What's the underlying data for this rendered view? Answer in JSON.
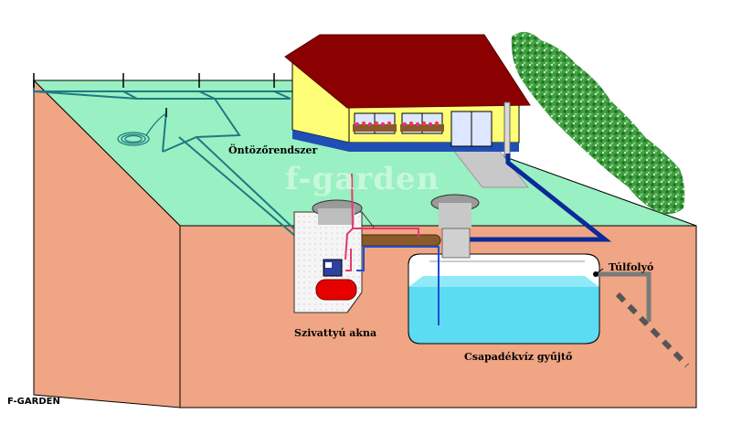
{
  "labels": {
    "irrigation": "Öntözőrendszer",
    "pump_shaft": "Szivattyú akna",
    "collector": "Csapadékvíz gyűjtő",
    "overflow": "Túlfolyó"
  },
  "watermark": "f-garden",
  "brand": "F-GARDEN",
  "colors": {
    "grass": "#99f0c2",
    "soil": "#f0a584",
    "water": "#5bdcf2",
    "pipe_irrigation": "#1e7a82",
    "pipe_rain": "#0a2a9a",
    "pipe_pump": "#e23a6e",
    "roof": "#8b0000",
    "wall": "#ffff77",
    "hedge": "#2e8b2e"
  }
}
